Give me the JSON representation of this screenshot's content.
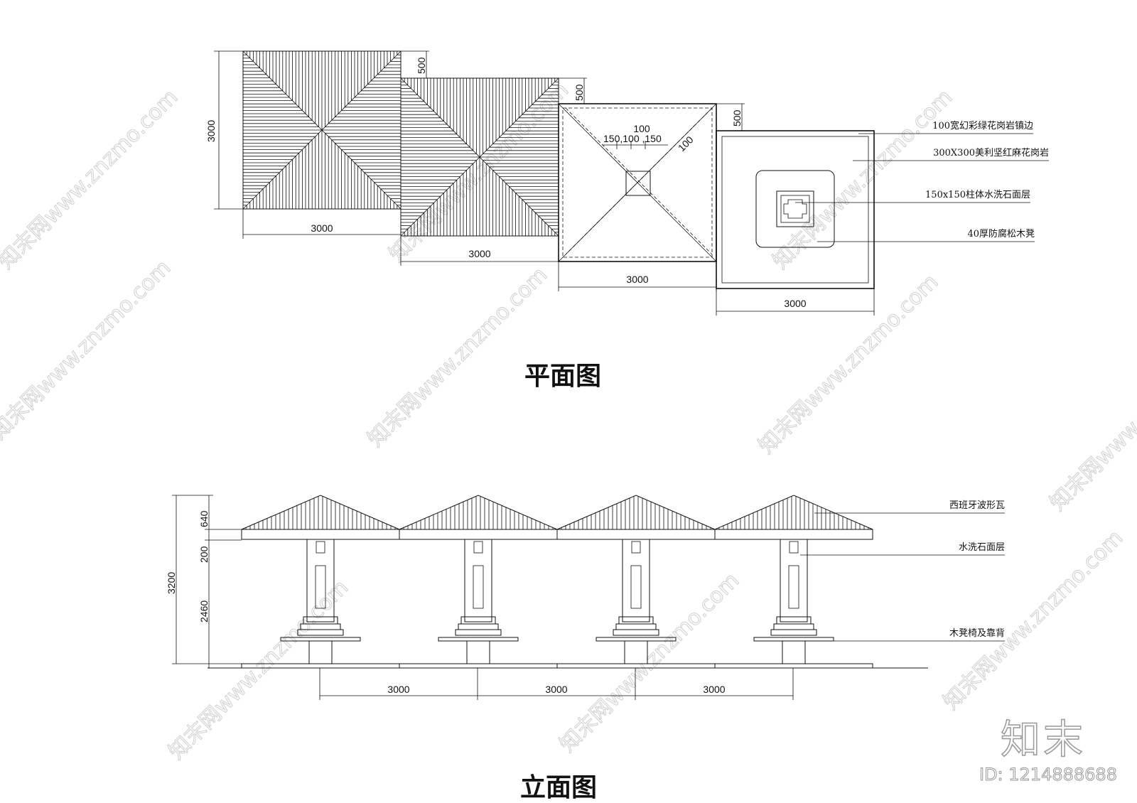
{
  "plan": {
    "title": "平面图",
    "dims": {
      "roof_height": "3000",
      "roof_width": "3000",
      "overhang": "500",
      "small_100": "100",
      "small_seq": "150,100 ,150",
      "small_diag": "100"
    },
    "callouts": [
      "100宽幻彩绿花岗岩镇边",
      "300X300美利坚红麻花岗岩",
      "150x150柱体水洗石面层",
      "40厚防腐松木凳"
    ]
  },
  "elevation": {
    "title": "立面图",
    "dims": {
      "total": "3200",
      "roof": "640",
      "beam": "200",
      "column": "2460",
      "span": "3000"
    },
    "callouts": [
      "西班牙波形瓦",
      "水洗石面层",
      "木凳椅及靠背"
    ]
  },
  "watermark": {
    "text": "知末网www.znzmo.com",
    "logo": "知末",
    "id": "ID: 1214888688"
  }
}
